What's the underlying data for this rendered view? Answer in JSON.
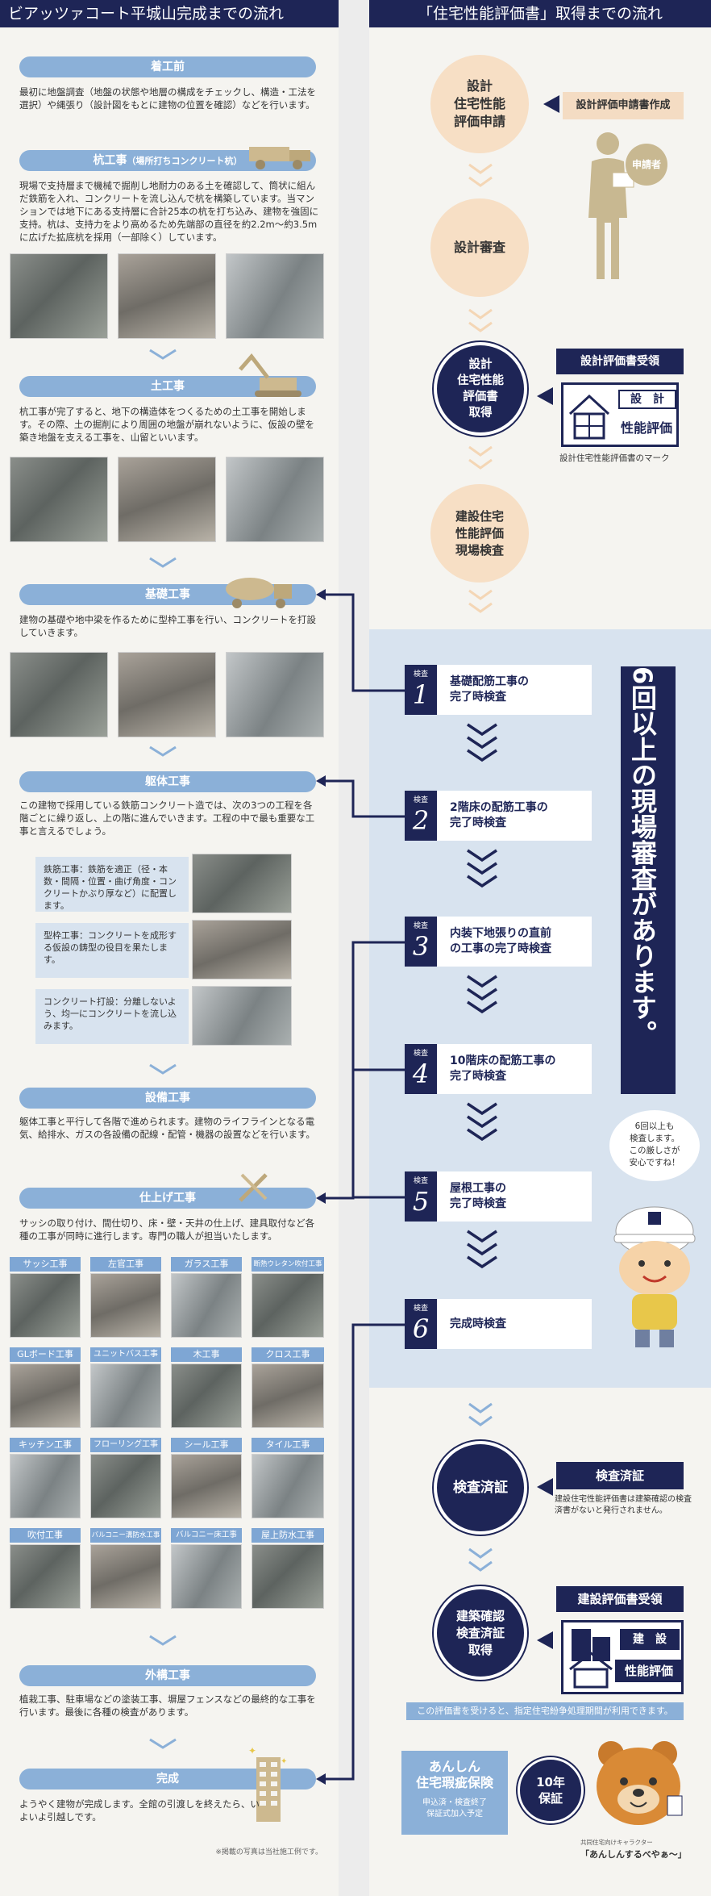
{
  "left": {
    "header": "ビアッツァコート平城山完成までの流れ",
    "steps": [
      {
        "title": "着工前",
        "desc": "最初に地盤調査（地盤の状態や地層の構成をチェックし、構造・工法を選択）や縄張り（設計図をもとに建物の位置を確認）などを行います。"
      },
      {
        "title": "杭工事",
        "title_note": "（場所打ちコンクリート杭）",
        "desc": "現場で支持層まで機械で掘削し地耐力のある土を確認して、筒状に組んだ鉄筋を入れ、コンクリートを流し込んで杭を構築しています。当マンションでは地下にある支持層に合計25本の杭を打ち込み、建物を強固に支持。杭は、支持力をより高めるため先端部の直径を約2.2m〜約3.5mに広げた拡底杭を採用（一部除く）しています。"
      },
      {
        "title": "土工事",
        "desc": "杭工事が完了すると、地下の構造体をつくるための土工事を開始します。その際、土の掘削により周囲の地盤が崩れないように、仮設の壁を築き地盤を支える工事を、山留といいます。"
      },
      {
        "title": "基礎工事",
        "desc": "建物の基礎や地中梁を作るために型枠工事を行い、コンクリートを打設していきます。"
      },
      {
        "title": "躯体工事",
        "desc": "この建物で採用している鉄筋コンクリート造では、次の3つの工程を各階ごとに繰り返し、上の階に進んでいきます。工程の中で最も重要な工事と言えるでしょう。"
      },
      {
        "title": "設備工事",
        "desc": "躯体工事と平行して各階で進められます。建物のライフラインとなる電気、給排水、ガスの各設備の配線・配管・機器の設置などを行います。"
      },
      {
        "title": "仕上げ工事",
        "desc": "サッシの取り付け、間仕切り、床・壁・天井の仕上げ、建具取付など各種の工事が同時に進行します。専門の職人が担当いたします。"
      },
      {
        "title": "外構工事",
        "desc": "植栽工事、駐車場などの塗装工事、塀屋フェンスなどの最終的な工事を行います。最後に各種の検査があります。"
      },
      {
        "title": "完成",
        "desc": "ようやく建物が完成します。全館の引渡しを終えたら、いよいよ引越しです。"
      }
    ],
    "kutai_sub": [
      "鉄筋工事：鉄筋を適正（径・本数・間隔・位置・曲げ角度・コンクリートかぶり厚など）に配置します。",
      "型枠工事：コンクリートを成形する仮設の鋳型の役目を果たします。",
      "コンクリート打設：分離しないよう、均一にコンクリートを流し込みます。"
    ],
    "finish_labels": [
      "サッシ工事",
      "左官工事",
      "ガラス工事",
      "断熱ウレタン吹付工事",
      "GLボード工事",
      "ユニットバス工事",
      "木工事",
      "クロス工事",
      "キッチン工事",
      "フローリング工事",
      "シール工事",
      "タイル工事",
      "吹付工事",
      "バルコニー溝防水工事",
      "バルコニー床工事",
      "屋上防水工事"
    ],
    "photo_note": "※掲載の写真は当社施工例です。"
  },
  "right": {
    "header": "「住宅性能評価書」取得までの流れ",
    "c1": "設計\n住宅性能\n評価申請",
    "c1_tag": "設計評価申請書作成",
    "applicant": "申請者",
    "c2": "設計審査",
    "c3": "設計\n住宅性能\n評価書\n取得",
    "c3_tag": "設計評価書受領",
    "mark1_top": "設　計",
    "mark1_bottom": "性能評価",
    "mark1_caption": "設計住宅性能評価書のマーク",
    "c4": "建設住宅\n性能評価\n現場検査",
    "insp_kanji": "検査",
    "inspections": [
      {
        "num": "1",
        "text": "基礎配筋工事の\n完了時検査"
      },
      {
        "num": "2",
        "text": "2階床の配筋工事の\n完了時検査"
      },
      {
        "num": "3",
        "text": "内装下地張りの直前\nの工事の完了時検査"
      },
      {
        "num": "4",
        "text": "10階床の配筋工事の\n完了時検査"
      },
      {
        "num": "5",
        "text": "屋根工事の\n完了時検査"
      },
      {
        "num": "6",
        "text": "完成時検査"
      }
    ],
    "vertical_text": "6回以上の現場審査があります。",
    "bubble": "6回以上も\n検査します。\nこの厳しさが\n安心ですね！",
    "c5": "検査済証",
    "c5_tag": "検査済証",
    "c5_note": "建設住宅性能評価書は建築確認の検査済書がないと発行されません。",
    "c6": "建築確認\n検査済証\n取得",
    "c6_tag": "建設評価書受領",
    "mark2_top": "建　設",
    "mark2_bottom": "性能評価",
    "bar_note": "この評価書を受けると、指定住宅紛争処理期間が利用できます。",
    "insurance_title": "あんしん\n住宅瑕疵保険",
    "insurance_sub": "申込済・検査終了\n保証式加入予定",
    "warranty": "10年\n保証",
    "mascot_caption_small": "共同住宅向けキャラクター",
    "mascot_name": "「あんしんするべやぁ〜」"
  }
}
